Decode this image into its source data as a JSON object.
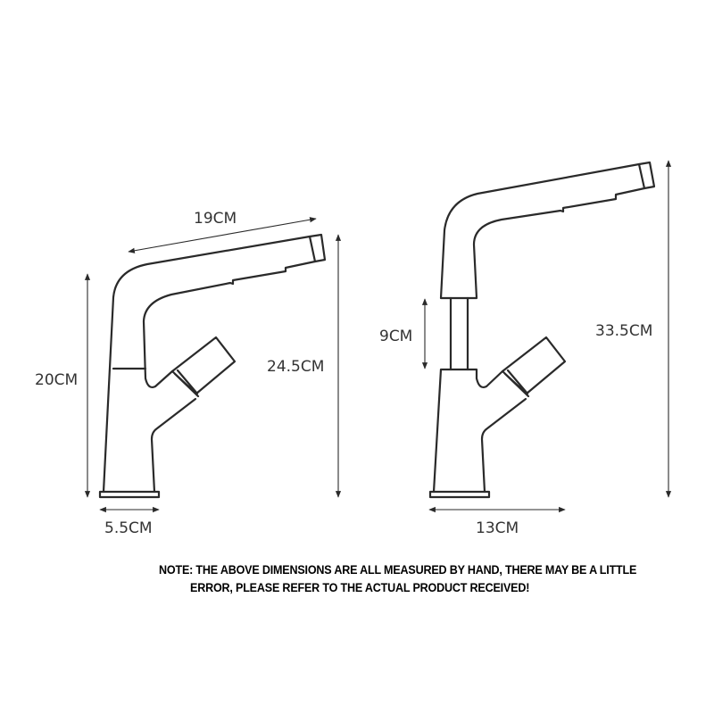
{
  "diagram": {
    "subject": "Pull-out basin faucet dimensions",
    "views": [
      {
        "name": "retracted",
        "dimensions": {
          "spout_length": "19CM",
          "body_height": "20CM",
          "total_height": "24.5CM",
          "base_width": "5.5CM"
        }
      },
      {
        "name": "extended",
        "dimensions": {
          "lift_height": "9CM",
          "total_height": "33.5CM",
          "reach": "13CM"
        }
      }
    ],
    "note": {
      "line1": "NOTE: THE ABOVE DIMENSIONS ARE ALL MEASURED BY HAND, THERE MAY BE A LITTLE",
      "line2": "ERROR, PLEASE REFER TO THE ACTUAL PRODUCT RECEIVED!"
    },
    "colors": {
      "line": "#2a2a2a",
      "text": "#333333",
      "background": "#ffffff"
    }
  }
}
